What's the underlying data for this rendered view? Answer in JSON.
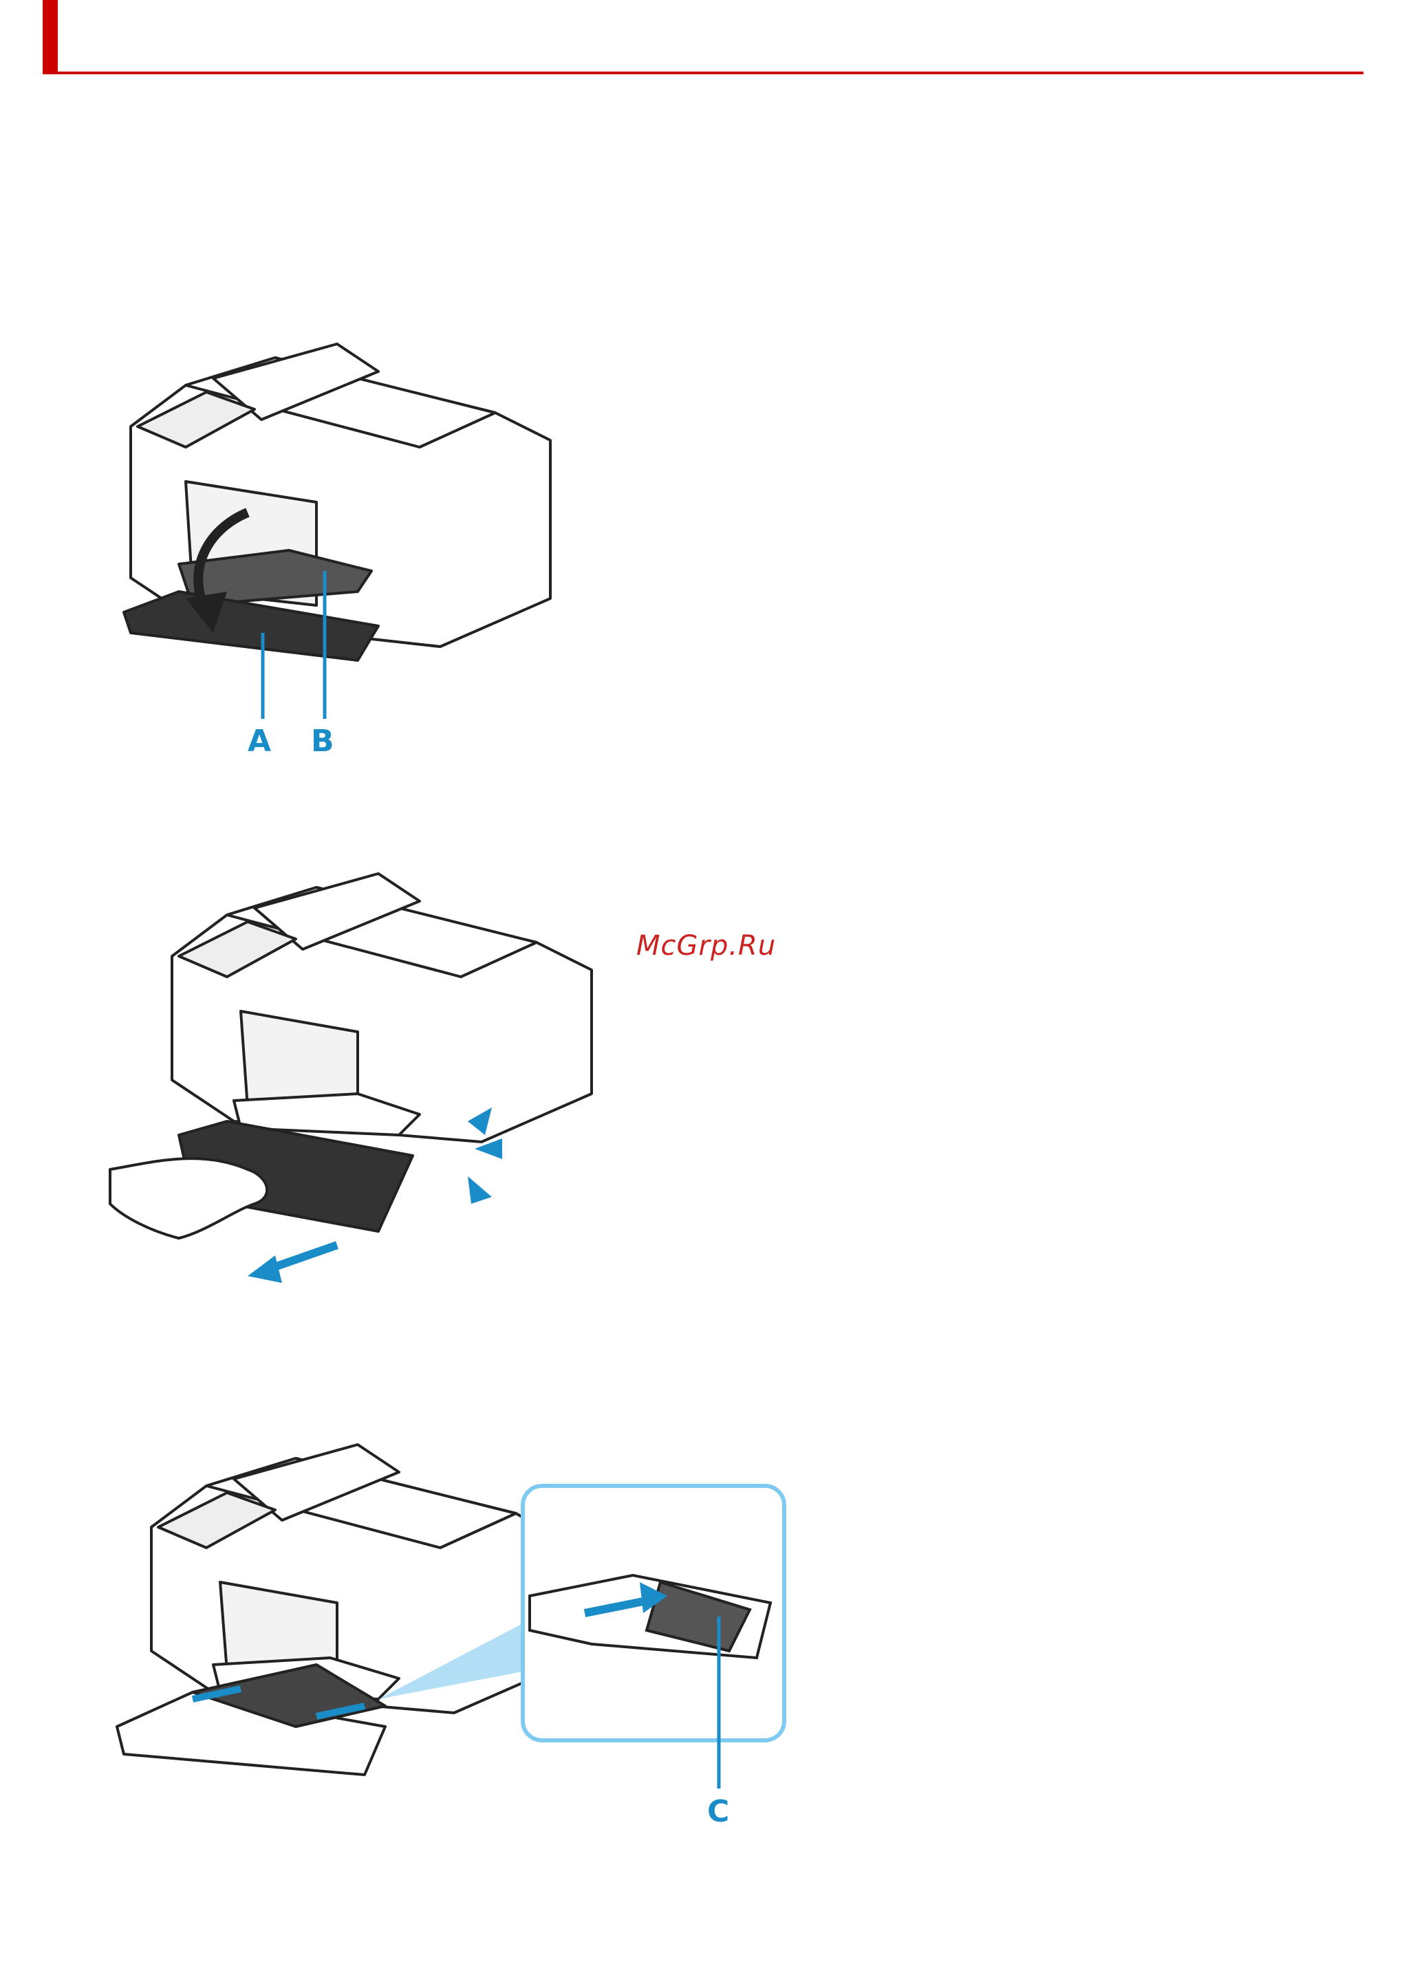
{
  "header": {
    "accent_color": "#cc0000"
  },
  "figures": {
    "fig1": {
      "callout_a": "A",
      "callout_b": "B"
    },
    "fig2": {},
    "fig3": {
      "callout_c": "C"
    }
  },
  "watermark": {
    "text": "McGrp.Ru"
  },
  "colors": {
    "callout": "#1a8cc8",
    "line": "#222222",
    "highlight": "#7fcaf0"
  }
}
